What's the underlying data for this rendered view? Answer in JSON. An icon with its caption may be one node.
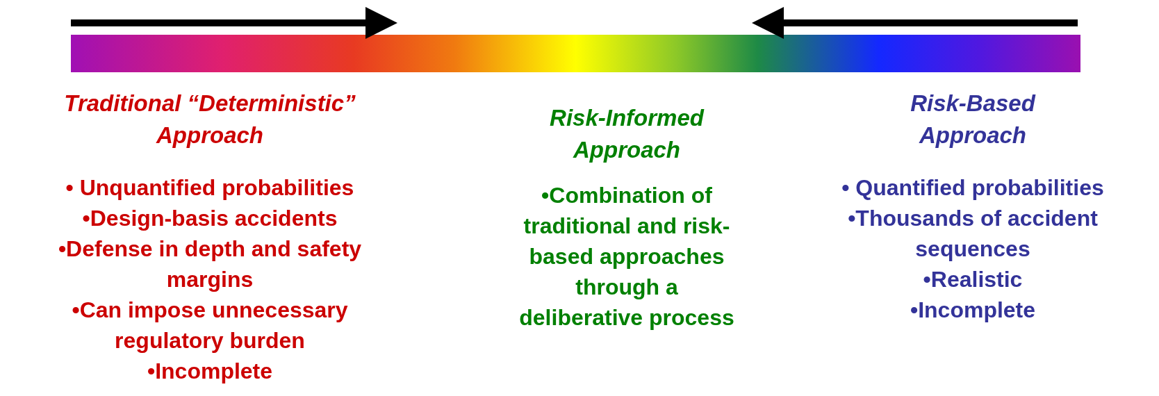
{
  "diagram": {
    "nodes": [
      {
        "text": [],
        "shape": "bar"
      }
    ],
    "labels": [
      "Traditional “Deterministic” Approach",
      "• Unquantified probabilities",
      "•Design-basis accidents",
      "•Defense in depth and safety margins",
      "•Can impose unnecessary regulatory burden",
      "•Incomplete",
      "Risk-Informed Approach",
      "•Combination of traditional and risk-based approaches through a deliberative process",
      "Risk-Based Approach",
      "• Quantified probabilities",
      "•Thousands of accident sequences",
      "•Realistic",
      "•Incomplete"
    ]
  }
}
